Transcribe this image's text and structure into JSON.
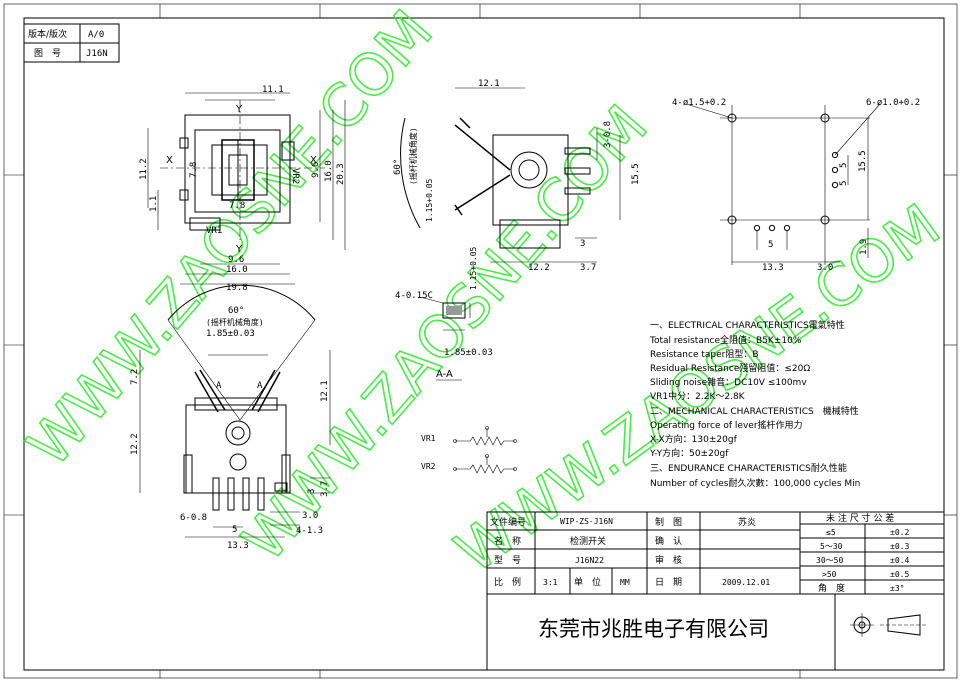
{
  "revision_box": {
    "version_label": "版本/版次",
    "version_value": "A/0",
    "drawing_label": "图　号",
    "drawing_value": "J16N"
  },
  "top_view": {
    "dims": [
      "11.1",
      "11.2",
      "1.1",
      "7.8",
      "7.8",
      "9.6",
      "16.0",
      "20.3",
      "9.6",
      "16.0",
      "19.8"
    ],
    "axis_labels": [
      "X",
      "X",
      "Y",
      "Y"
    ],
    "part_labels": [
      "VR1",
      "VR2"
    ]
  },
  "side_view": {
    "dims": [
      "12.1",
      "3-0.8",
      "15.5",
      "60°",
      "1.15+0.05",
      "12.2",
      "3.7",
      "3"
    ],
    "angle_note": "(摇杆机械角度)"
  },
  "pcb_layout": {
    "dims": [
      "4-ø1.5+0.2",
      "6-ø1.0+0.2",
      "5",
      "5",
      "15.5",
      "5",
      "13.3",
      "3.0",
      "1.9"
    ]
  },
  "front_view": {
    "dims": [
      "60°",
      "1.85±0.03",
      "7.2",
      "12.2",
      "12.1",
      "3.7",
      "3",
      "6-0.8",
      "5",
      "3.0",
      "4-1.3",
      "13.3"
    ],
    "angle_note": "(摇杆机械角度)",
    "arrow_labels": [
      "A",
      "A"
    ]
  },
  "section_aa": {
    "dims": [
      "4-0.15C",
      "1.15+0.05",
      "1.85±0.03"
    ],
    "title": "A-A"
  },
  "circuit": {
    "labels": [
      "VR1",
      "VR2"
    ]
  },
  "specs": [
    "一、ELECTRICAL CHARACTERISTICS電氣特性",
    "Total resistance全阻值：B5K±10%",
    "Resistance taper阻型：B",
    "Residual Resistance殘留阻值：≤20Ω",
    "Sliding noise雜音：DC10V ≤100mv",
    "VR1中分：2.2K～2.8K",
    "二、MECHANICAL CHARACTERISTICS　機械特性",
    "Operating force of lever搖杆作用力",
    "X-X方向：130±20gf",
    "Y-Y方向：50±20gf",
    "三、ENDURANCE CHARACTERISTICS耐久性能",
    "Number of cycles耐久次數：100,000 cycles Min"
  ],
  "title_block": {
    "rows": [
      {
        "l1": "文件编号",
        "v1": "WIP-ZS-J16N",
        "l2": "制　图",
        "v2": "苏炎"
      },
      {
        "l1": "名　称",
        "v1": "检测开关",
        "l2": "确　认",
        "v2": ""
      },
      {
        "l1": "型　号",
        "v1": "J16N22",
        "l2": "审　核",
        "v2": ""
      },
      {
        "l1": "比　例",
        "v1": "3:1",
        "unit_label": "单　位",
        "unit": "MM",
        "l2": "日　期",
        "v2": "2009.12.01"
      }
    ],
    "tolerance_header": "未 注 尺 寸 公 差",
    "tolerances": [
      {
        "range": "≤5",
        "tol": "±0.2"
      },
      {
        "range": "5～30",
        "tol": "±0.3"
      },
      {
        "range": "30～50",
        "tol": "±0.4"
      },
      {
        "range": ">50",
        "tol": "±0.5"
      },
      {
        "range": "角　度",
        "tol": "±3°"
      }
    ],
    "company": "东莞市兆胜电子有限公司"
  },
  "watermark": [
    "WWW.ZAOSNE.COM",
    "WWW.ZAOSNE.COM",
    "WWW.ZAOSNE.COM"
  ]
}
